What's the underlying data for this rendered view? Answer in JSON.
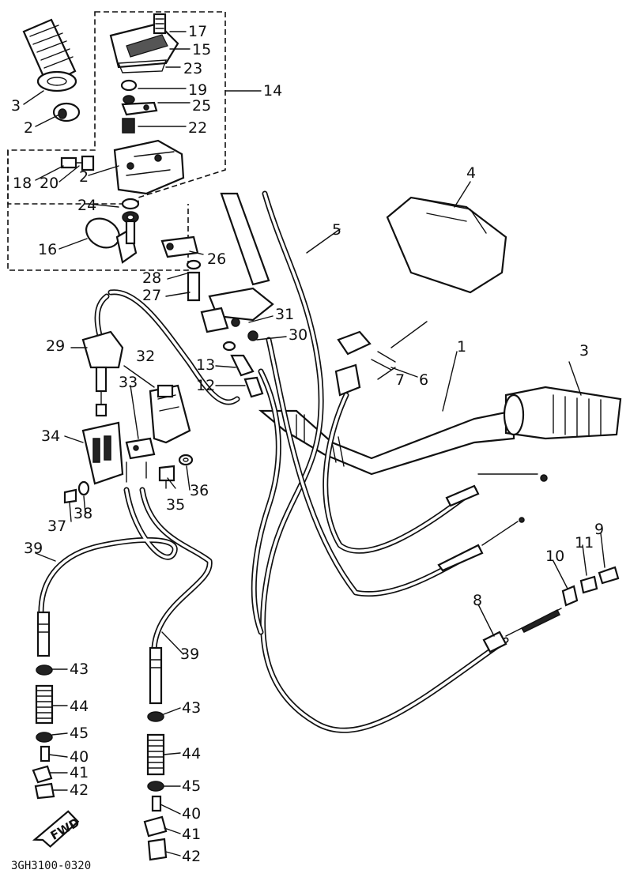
{
  "diagram_code": "3GH3100-0320",
  "fwd_label": "FWD",
  "callouts": {
    "c1": "1",
    "c2a": "2",
    "c2b": "2",
    "c3a": "3",
    "c3b": "3",
    "c4": "4",
    "c5": "5",
    "c6": "6",
    "c7": "7",
    "c8": "8",
    "c9": "9",
    "c10": "10",
    "c11": "11",
    "c12": "12",
    "c13": "13",
    "c14": "14",
    "c15": "15",
    "c16": "16",
    "c17": "17",
    "c18": "18",
    "c19": "19",
    "c20": "20",
    "c22": "22",
    "c23": "23",
    "c24": "24",
    "c25": "25",
    "c26": "26",
    "c27": "27",
    "c28": "28",
    "c29": "29",
    "c30": "30",
    "c31": "31",
    "c32": "32",
    "c33": "33",
    "c34": "34",
    "c35": "35",
    "c36": "36",
    "c37": "37",
    "c38": "38",
    "c39a": "39",
    "c39b": "39",
    "c40a": "40",
    "c40b": "40",
    "c41a": "41",
    "c41b": "41",
    "c42a": "42",
    "c42b": "42",
    "c43a": "43",
    "c43b": "43",
    "c44a": "44",
    "c44b": "44",
    "c45a": "45",
    "c45b": "45"
  }
}
